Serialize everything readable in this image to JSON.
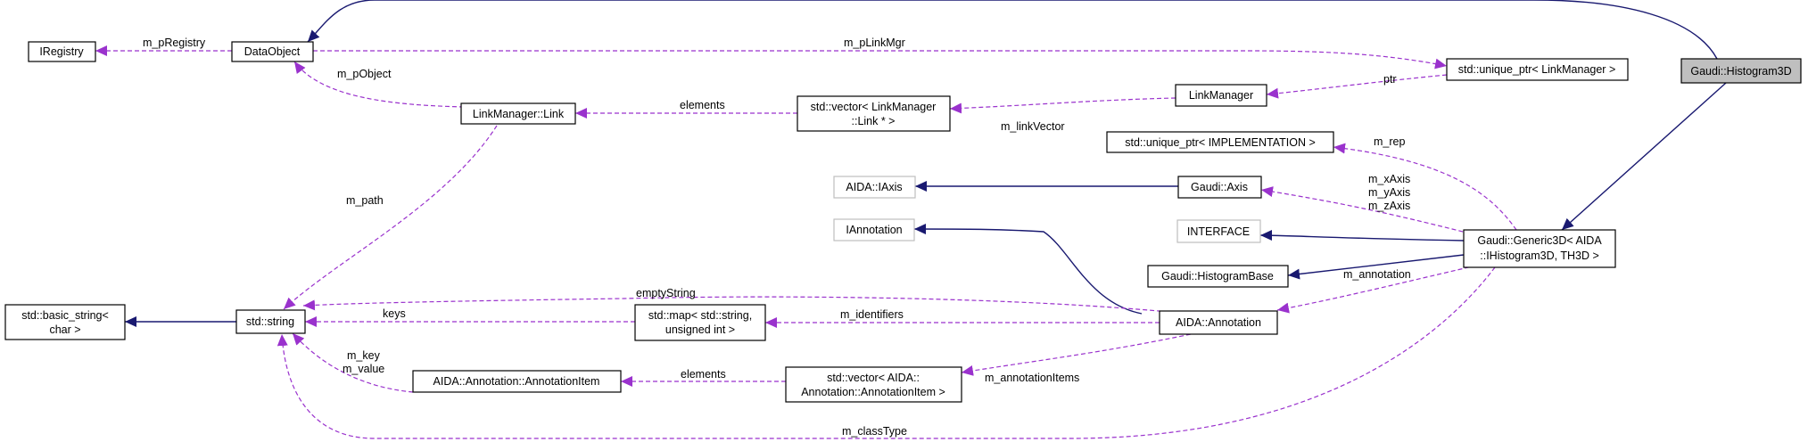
{
  "colors": {
    "inheritance": "#191970",
    "usage": "#9a32cd",
    "focus_fill": "#bfbfbf",
    "undocumented_border": "#bfbfbf"
  },
  "nodes": {
    "histogram3d": "Gaudi::Histogram3D",
    "iregistry": "IRegistry",
    "dataobject": "DataObject",
    "unique_ptr_linkmgr": "std::unique_ptr< LinkManager >",
    "linkmanager": "LinkManager",
    "linkmanager_link": "LinkManager::Link",
    "vector_link_1": "std::vector< LinkManager",
    "vector_link_2": "::Link * >",
    "unique_ptr_impl": "std::unique_ptr< IMPLEMENTATION >",
    "aida_iaxis": "AIDA::IAxis",
    "gaudi_axis": "Gaudi::Axis",
    "iannotation": "IAnnotation",
    "interface": "INTERFACE",
    "generic3d_1": "Gaudi::Generic3D< AIDA",
    "generic3d_2": "::IHistogram3D, TH3D >",
    "histogrambase": "Gaudi::HistogramBase",
    "basic_string_1": "std::basic_string<",
    "basic_string_2": "char >",
    "std_string": "std::string",
    "map_1": "std::map< std::string,",
    "map_2": "unsigned int >",
    "aida_annotation": "AIDA::Annotation",
    "annotation_item": "AIDA::Annotation::AnnotationItem",
    "vector_item_1": "std::vector< AIDA::",
    "vector_item_2": "Annotation::AnnotationItem >"
  },
  "edge_labels": {
    "m_pRegistry": "m_pRegistry",
    "m_pLinkMgr": "m_pLinkMgr",
    "ptr": "ptr",
    "m_pObject": "m_pObject",
    "elements_link": "elements",
    "m_linkVector": "m_linkVector",
    "m_rep": "m_rep",
    "m_xAxis": "m_xAxis",
    "m_yAxis": "m_yAxis",
    "m_zAxis": "m_zAxis",
    "m_path": "m_path",
    "emptyString": "emptyString",
    "m_annotation": "m_annotation",
    "keys": "keys",
    "m_identifiers": "m_identifiers",
    "m_key": "m_key",
    "m_value": "m_value",
    "elements_item": "elements",
    "m_annotationItems": "m_annotationItems",
    "m_classType": "m_classType"
  }
}
